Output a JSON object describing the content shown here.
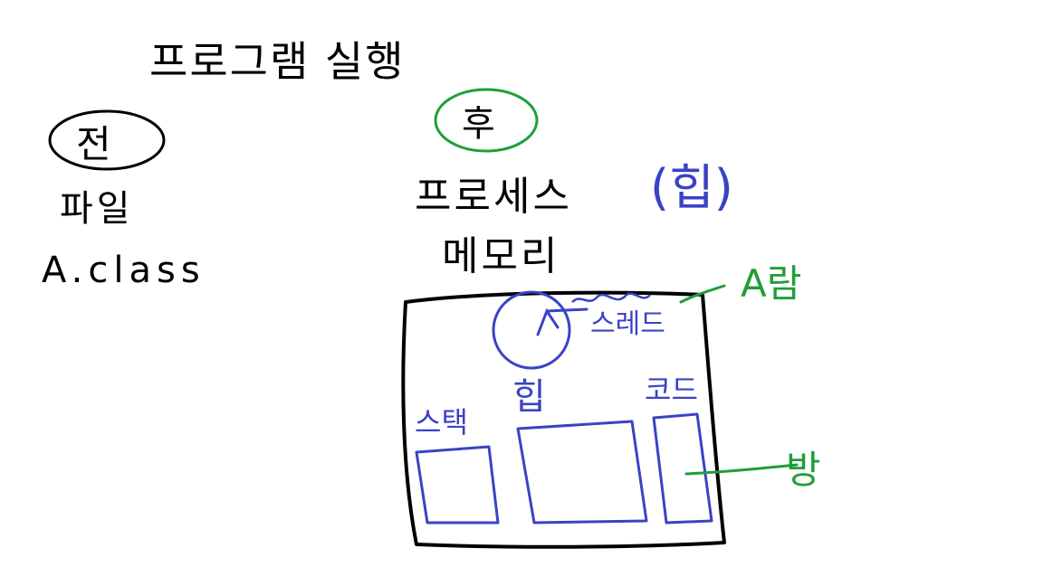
{
  "title": "프로그램 실행",
  "before": {
    "label": "전",
    "file_label": "파일",
    "file_name": "A.class"
  },
  "after": {
    "label": "후",
    "process_label": "프로세스",
    "heap_note": "(힙)",
    "memory_label": "메모리"
  },
  "memory": {
    "thread_label": "스레드",
    "stack_label": "스택",
    "heap_label": "힙",
    "code_label": "코드"
  },
  "annotations": {
    "a_person": "A람",
    "room": "방"
  },
  "colors": {
    "black": "#000000",
    "blue": "#3a43c4",
    "green": "#1f9e3a"
  }
}
